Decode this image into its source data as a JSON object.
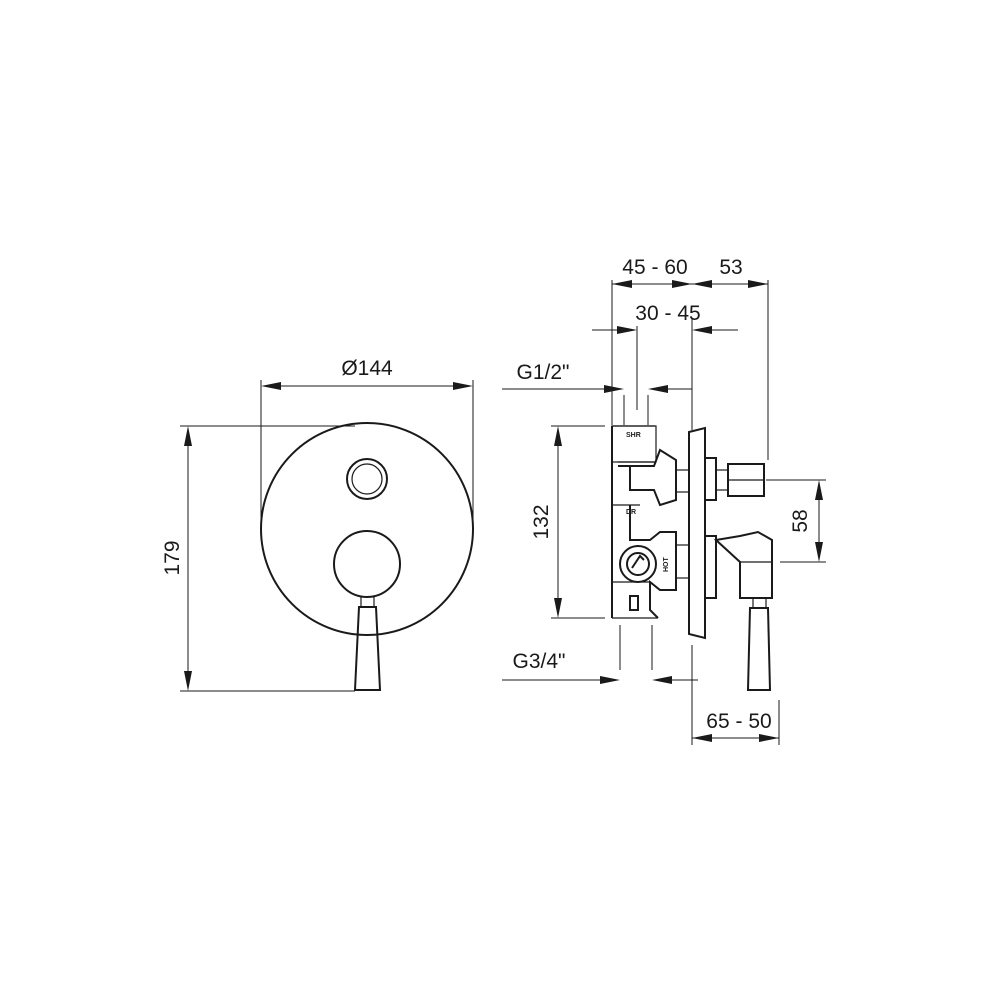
{
  "front_view": {
    "diameter_label": "Ø144",
    "height_label": "179"
  },
  "side_view": {
    "top_outer_label": "45 - 60",
    "top_right_label": "53",
    "top_inner_label": "30 - 45",
    "outlet_thread_label": "G1/2\"",
    "body_height_label": "132",
    "handle_offset_label": "58",
    "inlet_thread_label": "G3/4\"",
    "bottom_depth_label": "65 - 50"
  },
  "port_markings": {
    "shower": "SHR",
    "diverter": "DR",
    "hot": "HOT"
  }
}
